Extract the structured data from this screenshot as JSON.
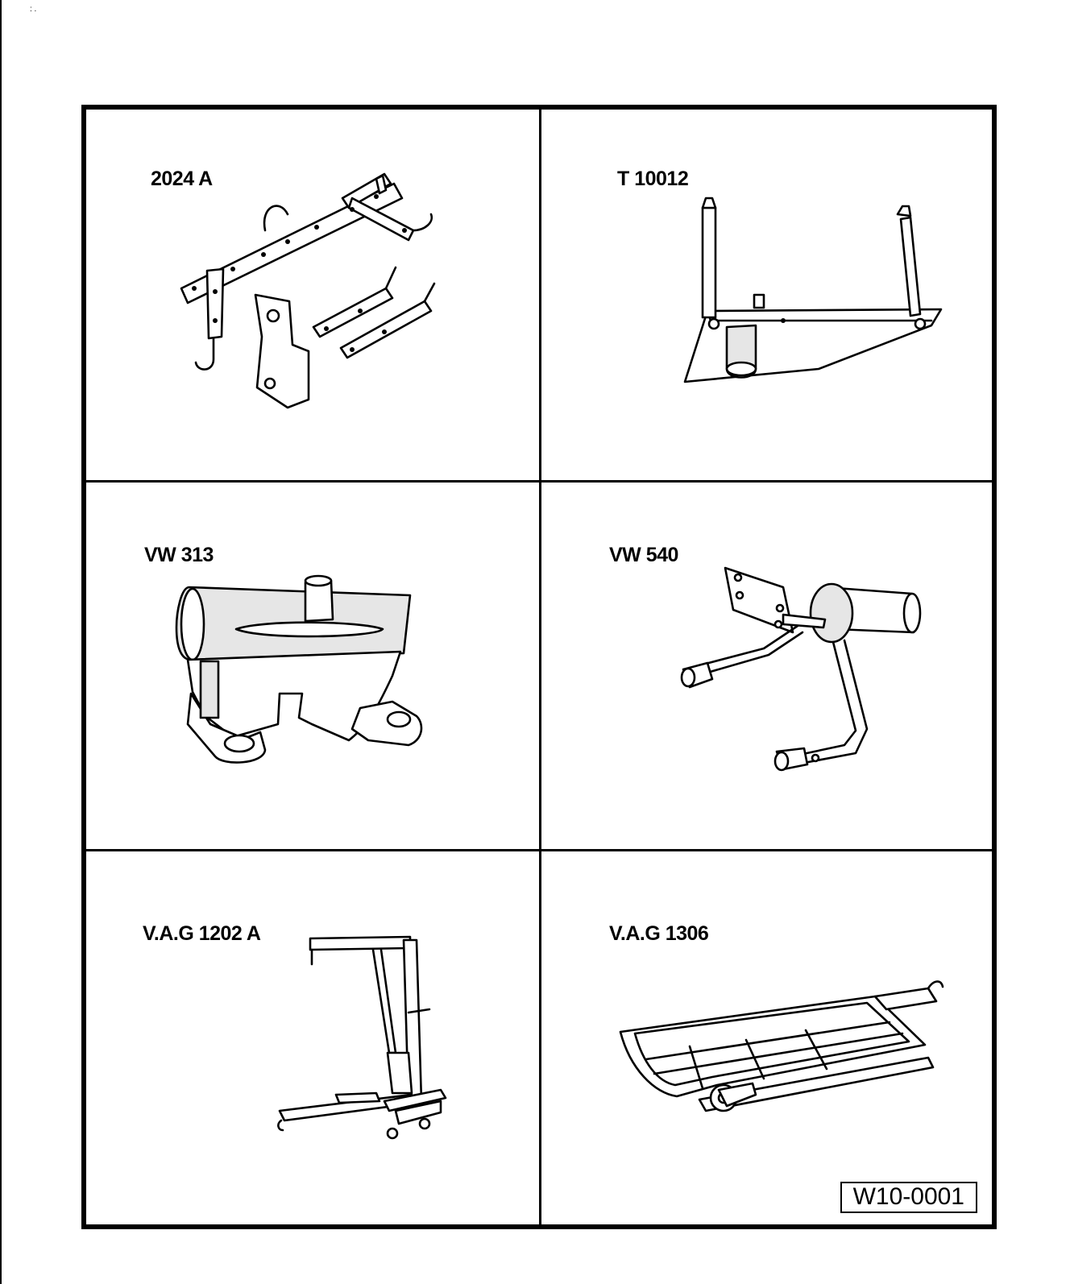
{
  "specks": ":\n.",
  "tools": [
    {
      "label": "2024 A",
      "illustration": "engine-lifting-tackle-icon"
    },
    {
      "label": "T 10012",
      "illustration": "engine-support-bracket-icon"
    },
    {
      "label": "VW 313",
      "illustration": "engine-holder-icon"
    },
    {
      "label": "VW 540",
      "illustration": "engine-holder-arm-icon"
    },
    {
      "label": "V.A.G 1202 A",
      "illustration": "workshop-crane-icon"
    },
    {
      "label": "V.A.G 1306",
      "illustration": "drip-tray-icon"
    }
  ],
  "figure_id": "W10-0001"
}
